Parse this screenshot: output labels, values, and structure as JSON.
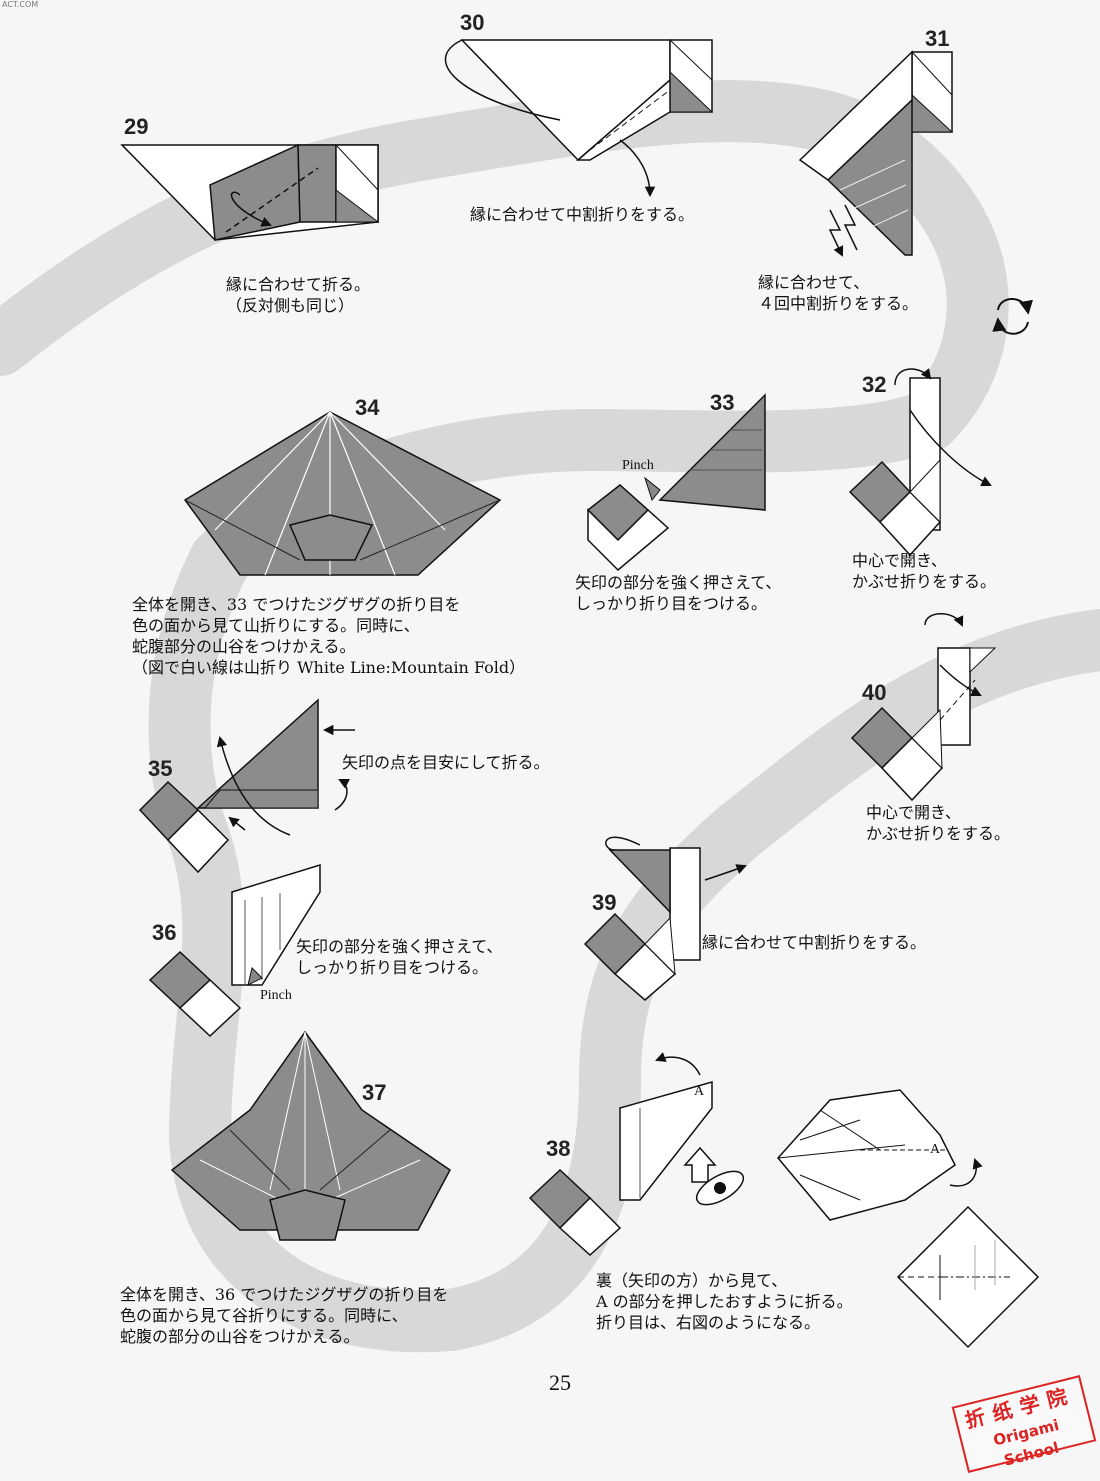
{
  "corner_mark": "ACT.COM",
  "steps": [
    {
      "id": "29",
      "number": "29",
      "caption": [
        "縁に合わせて折る。",
        "（反対側も同じ）"
      ]
    },
    {
      "id": "30",
      "number": "30",
      "caption": [
        "縁に合わせて中割折りをする。"
      ]
    },
    {
      "id": "31",
      "number": "31",
      "caption": [
        "縁に合わせて、",
        "４回中割折りをする。"
      ]
    },
    {
      "id": "32",
      "number": "32",
      "caption": [
        "中心で開き、",
        "かぶせ折りをする。"
      ]
    },
    {
      "id": "33",
      "number": "33",
      "caption": [
        "矢印の部分を強く押さえて、",
        "しっかり折り目をつける。"
      ],
      "label": "Pinch"
    },
    {
      "id": "34",
      "number": "34",
      "caption": [
        "全体を開き、33 でつけたジグザグの折り目を",
        "色の面から見て山折りにする。同時に、",
        "蛇腹部分の山谷をつけかえる。",
        "（図で白い線は山折り White Line:Mountain Fold）"
      ]
    },
    {
      "id": "35",
      "number": "35",
      "caption": [
        "矢印の点を目安にして折る。"
      ]
    },
    {
      "id": "36",
      "number": "36",
      "caption": [
        "矢印の部分を強く押さえて、",
        "しっかり折り目をつける。"
      ],
      "label": "Pinch"
    },
    {
      "id": "37",
      "number": "37",
      "caption": [
        "全体を開き、36 でつけたジグザグの折り目を",
        "色の面から見て谷折りにする。同時に、",
        "蛇腹の部分の山谷をつけかえる。"
      ]
    },
    {
      "id": "38",
      "number": "38",
      "caption": [
        "裏（矢印の方）から見て、",
        "A の部分を押したおすように折る。",
        "折り目は、右図のようになる。"
      ],
      "label": "A"
    },
    {
      "id": "39",
      "number": "39",
      "caption": [
        "縁に合わせて中割折りをする。"
      ]
    },
    {
      "id": "40",
      "number": "40",
      "caption": [
        "中心で開き、",
        "かぶせ折りをする。"
      ]
    }
  ],
  "detail_label": "A",
  "page_number": "25",
  "stamp": {
    "chinese": "折纸学院",
    "english": "Origami School"
  },
  "colors": {
    "paper_colored": "#8c8c8c",
    "paper_white": "#ffffff",
    "path_band": "#d6d6d6",
    "stamp": "#dd2222"
  }
}
